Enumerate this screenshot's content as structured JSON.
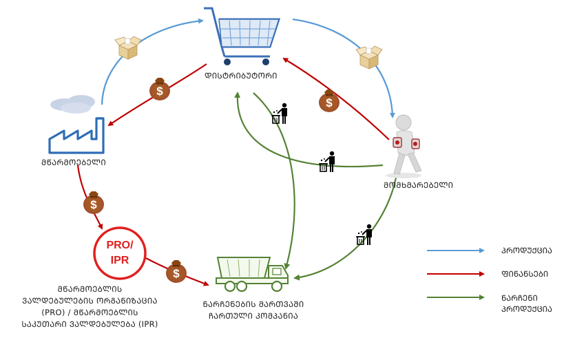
{
  "nodes": {
    "distributor": "ᲓᲘᲡᲢᲠᲘᲑᲣᲢᲝᲠᲘ",
    "producer": "ᲛᲬᲐᲠᲛᲝᲔᲑᲔᲚᲘ",
    "consumer": "ᲛᲝᲛᲮᲛᲐᲠᲔᲑᲔᲚᲘ",
    "pro_ipr_badge_line1": "PRO/",
    "pro_ipr_badge_line2": "IPR",
    "pro_ipr_caption": [
      "ᲛᲬᲐᲠᲛᲝᲔᲑᲚᲘᲡ",
      "ᲕᲐᲚᲓᲔᲑᲣᲚᲔᲑᲘᲡ ᲝᲠᲒᲐᲜᲘᲖᲐᲪᲘᲐ",
      "(PRO) / ᲛᲬᲐᲠᲛᲝᲔᲑᲚᲘᲡ",
      "ᲡᲐᲙᲣᲗᲐᲠᲘ ᲕᲐᲚᲓᲔᲑᲣᲚᲔᲑᲐ (IPR)"
    ],
    "waste_company": [
      "ᲜᲐᲠᲩᲔᲜᲔᲑᲘᲡ ᲛᲐᲠᲗᲕᲐᲨᲘ",
      "ᲩᲐᲠᲗᲣᲚᲘ ᲙᲝᲛᲞᲐᲜᲘᲐ"
    ],
    "money_symbol": "$"
  },
  "legend": [
    {
      "label": "ᲞᲠᲝᲓᲣᲥᲪᲘᲐ",
      "color": "#5b9bd5"
    },
    {
      "label": "ᲤᲘᲜᲐᲜᲡᲔᲑᲘ",
      "color": "#c00000"
    },
    {
      "label": "ᲜᲐᲠᲩᲔᲜᲘ ᲞᲠᲝᲓᲣᲥᲪᲘᲐ",
      "color": "#548235"
    }
  ],
  "colors": {
    "product": "#5b9bd5",
    "finance": "#c00000",
    "waste": "#548235",
    "pro_ring": "#e0201e",
    "money_bag": "#a0522d"
  },
  "icons": [
    "shopping-cart-icon",
    "factory-icon",
    "person-icon",
    "truck-icon",
    "box-icon",
    "money-bag-icon",
    "trash-bin-icon"
  ]
}
